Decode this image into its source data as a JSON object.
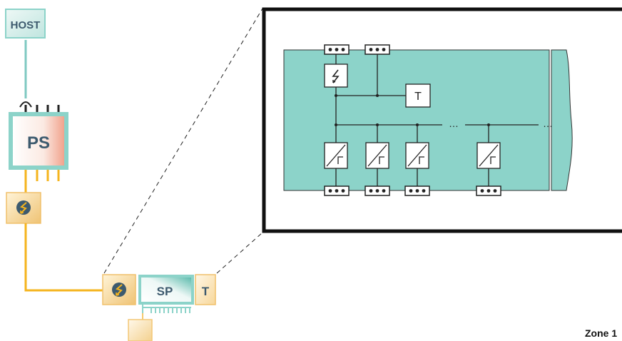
{
  "labels": {
    "host": "HOST",
    "ps": "PS",
    "sp": "SP",
    "t_module": "T",
    "t_detail": "T",
    "zone": "Zone 1",
    "ellipsis": "…"
  },
  "colors": {
    "teal": "#8cd3c9",
    "teal_line": "#7fc9c2",
    "yellow": "#f5b41e",
    "dark": "#111111",
    "label_blue": "#3d5a6e"
  },
  "icons": {
    "surge": "surge-protector-icon",
    "isolator": "isolator-icon",
    "coupler": "coupler-icon",
    "terminal": "terminal-block-icon"
  }
}
